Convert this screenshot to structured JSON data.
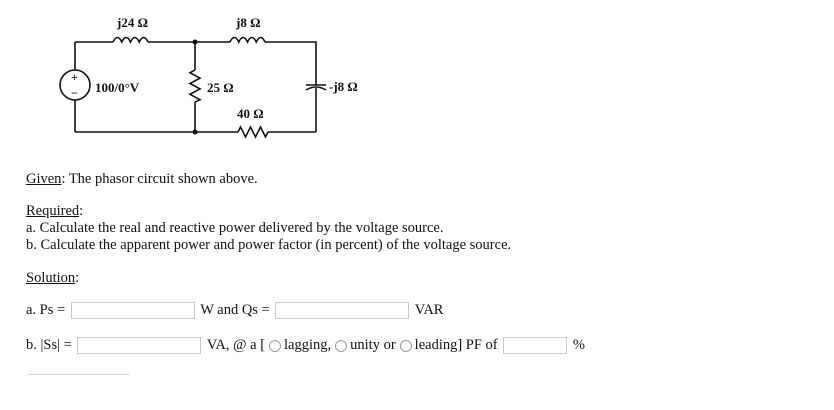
{
  "circuit": {
    "inductor1": "j24 Ω",
    "inductor2": "j8 Ω",
    "source": "100/0°V",
    "resistor25": "25 Ω",
    "capacitor": "-j8 Ω",
    "resistor40": "40 Ω",
    "plus": "+",
    "minus": "−"
  },
  "problem": {
    "given_label": "Given",
    "given_text": ": The phasor circuit shown above.",
    "required_label": "Required",
    "required_colon": ":",
    "req_a": "a. Calculate the real and reactive power delivered by the voltage source.",
    "req_b": "b. Calculate the apparent power and power factor (in percent) of the voltage source.",
    "solution_label": "Solution",
    "solution_colon": ":"
  },
  "answer_a": {
    "label": "a. Ps =",
    "unit_w": "W and Qs =",
    "unit_var": "VAR",
    "ps_value": "",
    "qs_value": ""
  },
  "answer_b": {
    "label": "b. |Ss| =",
    "unit_va": "VA, @ a [",
    "opt_lagging": "lagging,",
    "opt_unity": "unity or",
    "opt_leading": "leading] PF of",
    "percent": "%",
    "ss_value": "",
    "pf_value": ""
  }
}
